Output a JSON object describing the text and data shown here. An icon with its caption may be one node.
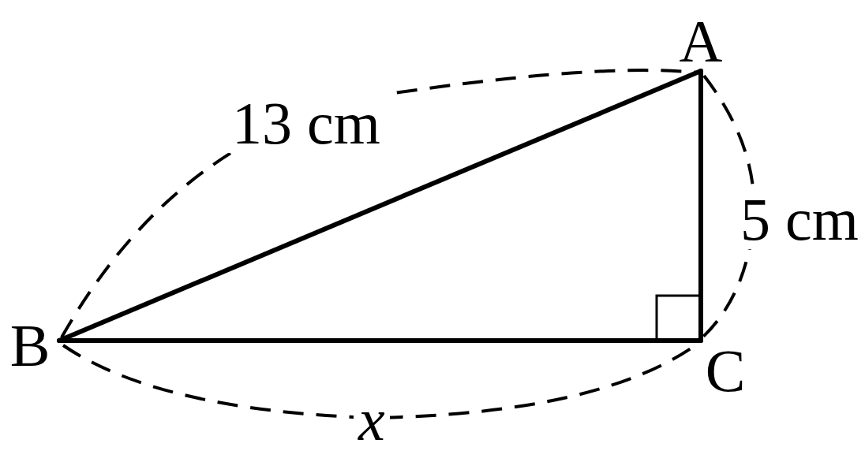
{
  "diagram": {
    "nodes": [
      {
        "text": [
          "A"
        ]
      },
      {
        "text": [
          "B"
        ]
      },
      {
        "text": [
          "C"
        ]
      }
    ],
    "edges": [
      {
        "from": 0,
        "to": 1,
        "arrow": "none"
      },
      {
        "from": 1,
        "to": 2,
        "arrow": "none"
      },
      {
        "from": 2,
        "to": 0,
        "arrow": "none"
      }
    ],
    "labels": [
      "13 cm",
      "5 cm",
      "x"
    ]
  }
}
